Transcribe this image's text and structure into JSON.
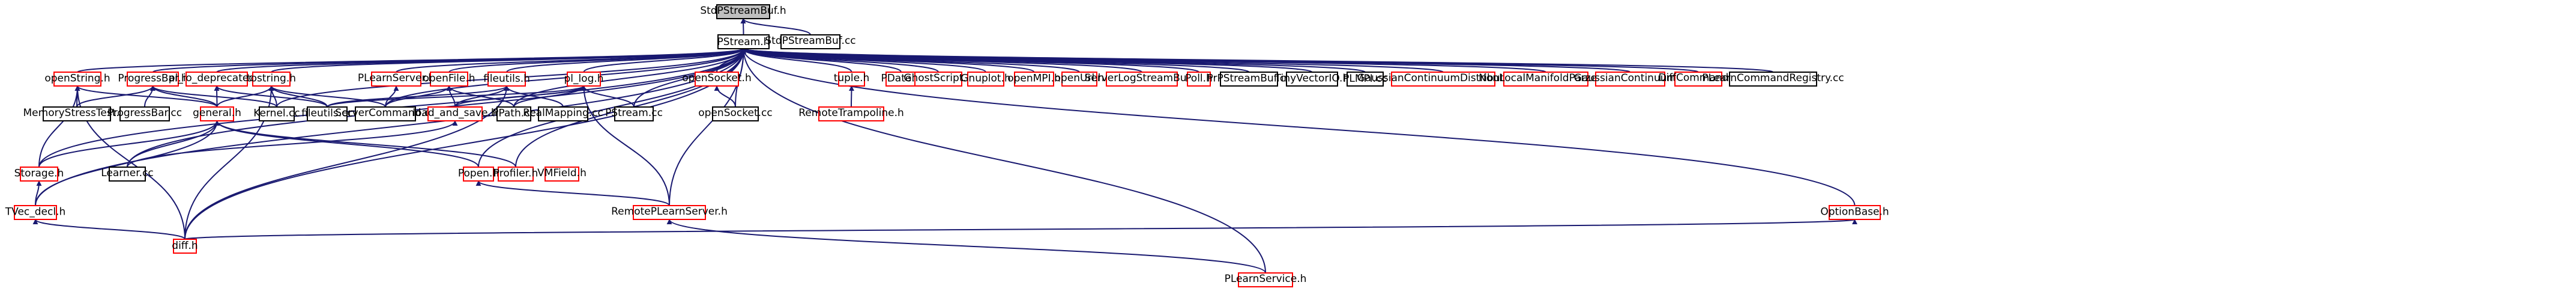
{
  "diagram": {
    "nodes": [
      {
        "id": "StdPStreamBuf_h",
        "label": "StdPStreamBuf.h",
        "style": "focus"
      },
      {
        "id": "PStream_h",
        "label": "PStream.h",
        "style": "normal"
      },
      {
        "id": "StdPStreamBuf_cc",
        "label": "StdPStreamBuf.cc",
        "style": "normal"
      },
      {
        "id": "openString_h",
        "label": "openString.h",
        "style": "red"
      },
      {
        "id": "ProgressBar_h",
        "label": "ProgressBar.h",
        "style": "red"
      },
      {
        "id": "pl_io_deprecated_h",
        "label": "pl_io_deprecated.h",
        "style": "red"
      },
      {
        "id": "tostring_h",
        "label": "tostring.h",
        "style": "red"
      },
      {
        "id": "PLearnServer_h",
        "label": "PLearnServer.h",
        "style": "red"
      },
      {
        "id": "openFile_h",
        "label": "openFile.h",
        "style": "red"
      },
      {
        "id": "fileutils_h",
        "label": "fileutils.h",
        "style": "red"
      },
      {
        "id": "pl_log_h",
        "label": "pl_log.h",
        "style": "red"
      },
      {
        "id": "openSocket_h",
        "label": "openSocket.h",
        "style": "red"
      },
      {
        "id": "tuple_h",
        "label": "tuple.h",
        "style": "red"
      },
      {
        "id": "PDate_h",
        "label": "PDate.h",
        "style": "red"
      },
      {
        "id": "GhostScript_h",
        "label": "GhostScript.h",
        "style": "red"
      },
      {
        "id": "Gnuplot_h",
        "label": "Gnuplot.h",
        "style": "red"
      },
      {
        "id": "openMPI_h",
        "label": "openMPI.h",
        "style": "red"
      },
      {
        "id": "openUrl_h",
        "label": "openUrl.h",
        "style": "red"
      },
      {
        "id": "ServerLogStreamBuf_h",
        "label": "ServerLogStreamBuf.h",
        "style": "red"
      },
      {
        "id": "Poll_h",
        "label": "Poll.h",
        "style": "red"
      },
      {
        "id": "PrPStreamBuf_cc",
        "label": "PrPStreamBuf.cc",
        "style": "normal"
      },
      {
        "id": "TinyVVectorIO_h",
        "label": "TinyVectorIO.h",
        "style": "normal"
      },
      {
        "id": "PLMPI_cc",
        "label": "PLMPI.cc",
        "style": "normal"
      },
      {
        "id": "GCD_h",
        "label": "GaussianContinuumDistribution.h",
        "style": "red"
      },
      {
        "id": "NLMP_h",
        "label": "NonLocalManifoldParzen.h",
        "style": "red"
      },
      {
        "id": "GaussianContinuum_h",
        "label": "GaussianContinuum.h",
        "style": "red"
      },
      {
        "id": "DiffCommand_h",
        "label": "DiffCommand.h",
        "style": "red"
      },
      {
        "id": "PLCR_cc",
        "label": "PLearnCommandRegistry.cc",
        "style": "normal"
      },
      {
        "id": "MemoryStressTest_cc",
        "label": "MemoryStressTest.cc",
        "style": "normal"
      },
      {
        "id": "ProgressBar_cc",
        "label": "ProgressBar.cc",
        "style": "normal"
      },
      {
        "id": "general_h",
        "label": "general.h",
        "style": "red"
      },
      {
        "id": "Kernel_cc",
        "label": "Kernel.cc",
        "style": "normal"
      },
      {
        "id": "fileutils_cc",
        "label": "fileutils.cc",
        "style": "normal"
      },
      {
        "id": "ServerCommand_cc",
        "label": "ServerCommand.cc",
        "style": "normal"
      },
      {
        "id": "load_and_save_h",
        "label": "load_and_save.h",
        "style": "red"
      },
      {
        "id": "PPath_cc",
        "label": "PPath.cc",
        "style": "normal"
      },
      {
        "id": "RealMapping_cc",
        "label": "RealMapping.cc",
        "style": "normal"
      },
      {
        "id": "PStream_cc",
        "label": "PStream.cc",
        "style": "normal"
      },
      {
        "id": "openSocket_cc",
        "label": "openSocket.cc",
        "style": "normal"
      },
      {
        "id": "RemoteTrampoline_h",
        "label": "RemoteTrampoline.h",
        "style": "red"
      },
      {
        "id": "Storage_h",
        "label": "Storage.h",
        "style": "red"
      },
      {
        "id": "Learner_cc",
        "label": "Learner.cc",
        "style": "normal"
      },
      {
        "id": "Popen_h",
        "label": "Popen.h",
        "style": "red"
      },
      {
        "id": "Profiler_h",
        "label": "Profiler.h",
        "style": "red"
      },
      {
        "id": "VMField_h",
        "label": "VMField.h",
        "style": "red"
      },
      {
        "id": "TVec_decl_h",
        "label": "TVec_decl.h",
        "style": "red"
      },
      {
        "id": "RPLS_h",
        "label": "RemotePLearnServer.h",
        "style": "red"
      },
      {
        "id": "OptionBase_h",
        "label": "OptionBase.h",
        "style": "red"
      },
      {
        "id": "diff_h",
        "label": "diff.h",
        "style": "red"
      },
      {
        "id": "PLearnService_h",
        "label": "PLearnService.h",
        "style": "red"
      }
    ],
    "edges": [
      [
        "PStream_h",
        "StdPStreamBuf_h"
      ],
      [
        "StdPStreamBuf_cc",
        "StdPStreamBuf_h"
      ],
      [
        "openString_h",
        "PStream_h"
      ],
      [
        "ProgressBar_h",
        "PStream_h"
      ],
      [
        "pl_io_deprecated_h",
        "PStream_h"
      ],
      [
        "tostring_h",
        "PStream_h"
      ],
      [
        "PLearnServer_h",
        "PStream_h"
      ],
      [
        "openFile_h",
        "PStream_h"
      ],
      [
        "fileutils_h",
        "PStream_h"
      ],
      [
        "pl_log_h",
        "PStream_h"
      ],
      [
        "openSocket_h",
        "PStream_h"
      ],
      [
        "tuple_h",
        "PStream_h"
      ],
      [
        "PDate_h",
        "PStream_h"
      ],
      [
        "GhostScript_h",
        "PStream_h"
      ],
      [
        "Gnuplot_h",
        "PStream_h"
      ],
      [
        "openMPI_h",
        "PStream_h"
      ],
      [
        "openUrl_h",
        "PStream_h"
      ],
      [
        "ServerLogStreamBuf_h",
        "PStream_h"
      ],
      [
        "Poll_h",
        "PStream_h"
      ],
      [
        "PrPStreamBuf_cc",
        "PStream_h"
      ],
      [
        "TinyVVectorIO_h",
        "PStream_h"
      ],
      [
        "PLMPI_cc",
        "PStream_h"
      ],
      [
        "GCD_h",
        "PStream_h"
      ],
      [
        "NLMP_h",
        "PStream_h"
      ],
      [
        "GaussianContinuum_h",
        "PStream_h"
      ],
      [
        "DiffCommand_h",
        "PStream_h"
      ],
      [
        "PLCR_cc",
        "PStream_h"
      ],
      [
        "OptionBase_h",
        "PStream_h"
      ],
      [
        "PLearnService_h",
        "PStream_h"
      ],
      [
        "Storage_h",
        "PStream_h"
      ],
      [
        "TVec_decl_h",
        "PStream_h"
      ],
      [
        "diff_h",
        "PStream_h"
      ],
      [
        "Learner_cc",
        "PStream_h"
      ],
      [
        "Profiler_h",
        "PStream_h"
      ],
      [
        "RPLS_h",
        "PStream_h"
      ],
      [
        "PStream_cc",
        "PStream_h"
      ],
      [
        "openSocket_cc",
        "PStream_h"
      ],
      [
        "PPath_cc",
        "PStream_h"
      ],
      [
        "ServerCommand_cc",
        "PStream_h"
      ],
      [
        "Kernel_cc",
        "PStream_h"
      ],
      [
        "Popen_h",
        "PStream_h"
      ],
      [
        "MemoryStressTest_cc",
        "openString_h"
      ],
      [
        "Storage_h",
        "openString_h"
      ],
      [
        "diff_h",
        "openString_h"
      ],
      [
        "general_h",
        "openString_h"
      ],
      [
        "MemoryStressTest_cc",
        "ProgressBar_h"
      ],
      [
        "ProgressBar_cc",
        "ProgressBar_h"
      ],
      [
        "general_h",
        "ProgressBar_h"
      ],
      [
        "Kernel_cc",
        "ProgressBar_h"
      ],
      [
        "general_h",
        "pl_io_deprecated_h"
      ],
      [
        "fileutils_cc",
        "pl_io_deprecated_h"
      ],
      [
        "general_h",
        "tostring_h"
      ],
      [
        "Kernel_cc",
        "tostring_h"
      ],
      [
        "fileutils_cc",
        "tostring_h"
      ],
      [
        "ServerCommand_cc",
        "tostring_h"
      ],
      [
        "diff_h",
        "tostring_h"
      ],
      [
        "ServerCommand_cc",
        "PLearnServer_h"
      ],
      [
        "ServerCommand_cc",
        "openFile_h"
      ],
      [
        "load_and_save_h",
        "openFile_h"
      ],
      [
        "PPath_cc",
        "openFile_h"
      ],
      [
        "fileutils_cc",
        "fileutils_h"
      ],
      [
        "load_and_save_h",
        "fileutils_h"
      ],
      [
        "RealMapping_cc",
        "fileutils_h"
      ],
      [
        "diff_h",
        "fileutils_h"
      ],
      [
        "fileutils_cc",
        "pl_log_h"
      ],
      [
        "PPath_cc",
        "pl_log_h"
      ],
      [
        "PStream_cc",
        "pl_log_h"
      ],
      [
        "RPLS_h",
        "pl_log_h"
      ],
      [
        "load_and_save_h",
        "pl_log_h"
      ],
      [
        "openSocket_cc",
        "openSocket_h"
      ],
      [
        "RemoteTrampoline_h",
        "tuple_h"
      ],
      [
        "Storage_h",
        "general_h"
      ],
      [
        "Learner_cc",
        "general_h"
      ],
      [
        "Popen_h",
        "general_h"
      ],
      [
        "Profiler_h",
        "general_h"
      ],
      [
        "TVec_decl_h",
        "general_h"
      ],
      [
        "Learner_cc",
        "load_and_save_h"
      ],
      [
        "TVec_decl_h",
        "Storage_h"
      ],
      [
        "diff_h",
        "TVec_decl_h"
      ],
      [
        "RPLS_h",
        "Popen_h"
      ],
      [
        "PLearnService_h",
        "RPLS_h"
      ],
      [
        "diff_h",
        "OptionBase_h"
      ]
    ]
  },
  "colors": {
    "edge": "#191970",
    "normal_border": "#000000",
    "red_border": "#ff0000",
    "focus_fill": "#bfbfbf",
    "text": "#000000"
  }
}
